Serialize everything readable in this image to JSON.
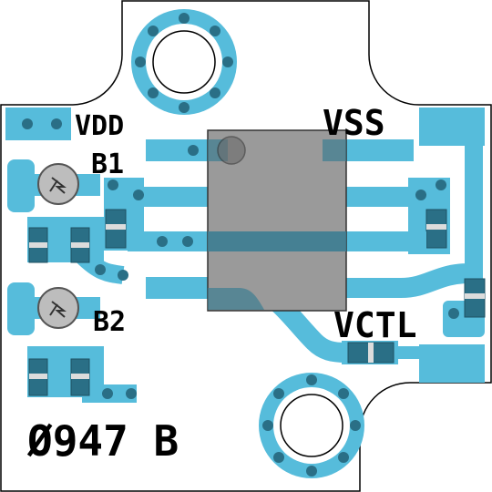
{
  "labels": {
    "vdd": "VDD",
    "vss": "VSS",
    "b1": "B1",
    "b2": "B2",
    "vctl": "VCTL",
    "part_number": "Ø947 B"
  },
  "colors": {
    "board": "#ffffff",
    "outline": "#000000",
    "copper": "#56bcdb",
    "via": "#2a6f86",
    "chip_body": "#9a9a9a",
    "chip_overlap": "#3c7d92",
    "component_body": "#2a6f86",
    "component_band": "#dcdcdc",
    "pot_body": "#bdbdbd",
    "silkscreen": "#000000"
  }
}
